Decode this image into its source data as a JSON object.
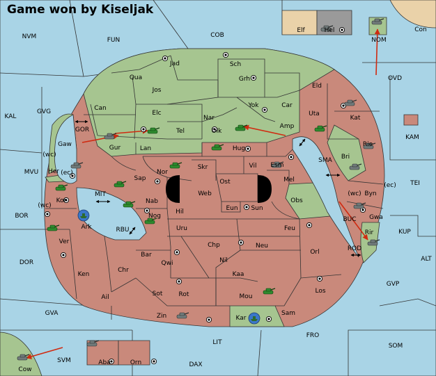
{
  "header": {
    "title": "Game won by Kiseljak"
  },
  "colors": {
    "sea": "#a9d4e6",
    "green_power": "#a6c590",
    "red_power": "#c9897b",
    "neutral_tan": "#ead2a9",
    "neutral_grey": "#9a9a9a",
    "move_arrow": "#d02a10",
    "fleet_blue": "#3b77c9"
  },
  "provinces": {
    "nvm": "NVM",
    "fun": "FUN",
    "cob": "COB",
    "elf": "Elf",
    "hel": "Hel",
    "con": "Con",
    "nom": "NOM",
    "ovd": "OVD",
    "kal": "KAL",
    "gvg": "GVG",
    "gor": "GOR",
    "gaw": "Gaw",
    "wc1": "(wc)",
    "her": "Her",
    "mvu": "MVU",
    "ec1": "(ec)",
    "kor": "Kor",
    "wc2": "(wc)",
    "bor": "BOR",
    "mit": "MIT",
    "ark": "Ark",
    "ver": "Ver",
    "dor": "DOR",
    "rbu": "RBU",
    "jad": "Jad",
    "sch": "Sch",
    "qua": "Qua",
    "jos": "Jos",
    "grh": "Grh",
    "eld": "Eld",
    "can": "Can",
    "elc": "Elc",
    "nar": "Nar",
    "yok": "Yok",
    "car": "Car",
    "uta": "Uta",
    "kat": "Kat",
    "kam": "KAM",
    "tel": "Tel",
    "olk": "Olk",
    "amp": "Amp",
    "gur": "Gur",
    "lan": "Lan",
    "hug": "Hug",
    "rie": "Rie",
    "sma": "SMA",
    "bri": "Bri",
    "esm": "Esm",
    "vil": "Vil",
    "skr": "Skr",
    "ost": "Ost",
    "nor": "Nor",
    "sap": "Sap",
    "web": "Web",
    "mel": "Mel",
    "tei": "TEI",
    "wc3": "(wc)",
    "byn": "Byn",
    "ec2": "(ec)",
    "obs": "Obs",
    "eun": "Eun",
    "sun": "Sun",
    "nab": "Nab",
    "hil": "Hil",
    "gwa": "Gwa",
    "kup": "KUP",
    "nog": "Nog",
    "buc": "BUC",
    "rir": "Rir",
    "uru": "Uru",
    "feu": "Feu",
    "chp": "Chp",
    "neu": "Neu",
    "orl": "Orl",
    "rod": "ROD",
    "bar": "Bar",
    "qwi": "Qwi",
    "nil": "Nil",
    "alt": "ALT",
    "chr": "Chr",
    "ken": "Ken",
    "kaa": "Kaa",
    "gvp": "GVP",
    "los": "Los",
    "sot": "Sot",
    "rot": "Rot",
    "ail": "Ail",
    "mou": "Mou",
    "gva": "GVA",
    "zin": "Zin",
    "kar": "Kar",
    "sam": "Sam",
    "fro": "FRO",
    "lit": "LIT",
    "som": "SOM",
    "svm": "SVM",
    "aba": "Aba",
    "orn": "Orn",
    "dax": "DAX",
    "cow": "Cow"
  }
}
